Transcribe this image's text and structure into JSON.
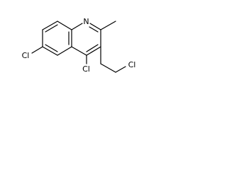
{
  "molecule": {
    "atoms": {
      "ring_nitrogen": "N",
      "chloro_6": "Cl",
      "chloro_4": "Cl",
      "chloro_ethyl": "Cl"
    },
    "colors": {
      "bond": "#000000",
      "label": "#000000",
      "background": "#ffffff"
    }
  }
}
